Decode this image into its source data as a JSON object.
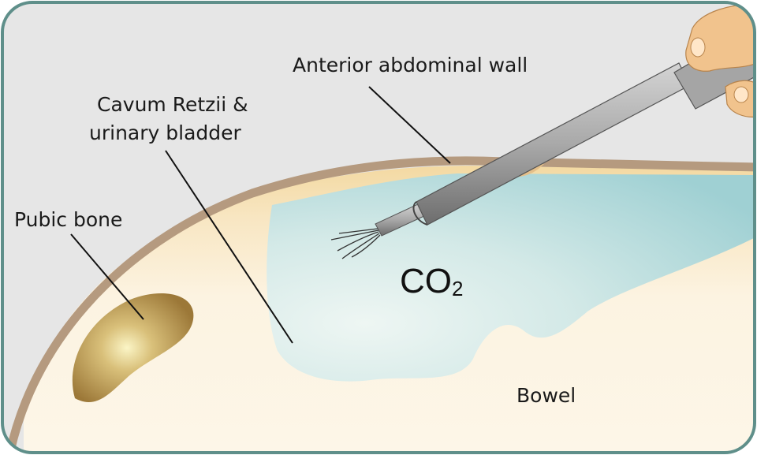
{
  "labels": {
    "anterior_wall": "Anterior abdominal wall",
    "cavum_line1": "Cavum Retzii &",
    "cavum_line2": "urinary bladder",
    "pubic_bone": "Pubic bone",
    "bowel": "Bowel",
    "co2_main": "CO",
    "co2_sub": "2"
  },
  "colors": {
    "frame_border": "#5f8f8a",
    "outside_bg": "#e6e6e6",
    "abdominal_wall": "#b59a7f",
    "tissue": "#fbf1dc",
    "co2_space": "#c2e0e0",
    "pubic_bone": "#a88444",
    "instrument": "#9a9a9a",
    "hand": "#f1c38d"
  }
}
